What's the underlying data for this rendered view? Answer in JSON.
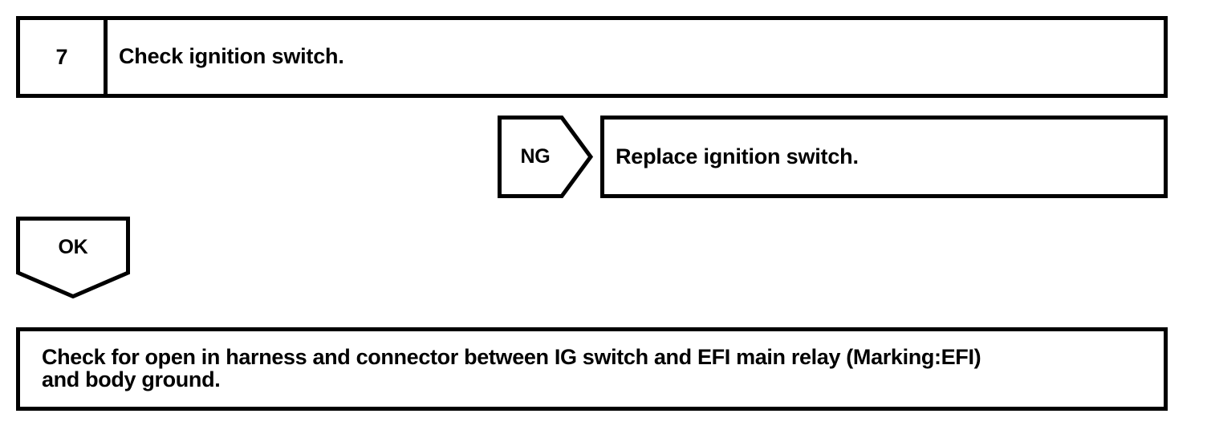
{
  "page": {
    "kind": "troubleshooting-flowchart",
    "background_color": "#ffffff",
    "line_color": "#000000",
    "text_color": "#000000"
  },
  "step": {
    "number": "7",
    "instruction": "Check ignition switch."
  },
  "branches": [
    {
      "tag": "NG",
      "shape": "pentagon-right",
      "result": "Replace ignition switch."
    },
    {
      "tag": "OK",
      "shape": "pentagon-down",
      "result": ""
    }
  ],
  "ng_branch": {
    "tag": "NG",
    "result": "Replace ignition switch."
  },
  "ok_branch": {
    "tag": "OK"
  },
  "next_step": {
    "line1": "Check for open in harness and connector between IG switch and EFI main relay (Marking:EFI)",
    "line2": "and body ground.",
    "full_text": "Check for open in harness and connector between IG switch and EFI main relay (Marking:EFI) and body ground."
  }
}
